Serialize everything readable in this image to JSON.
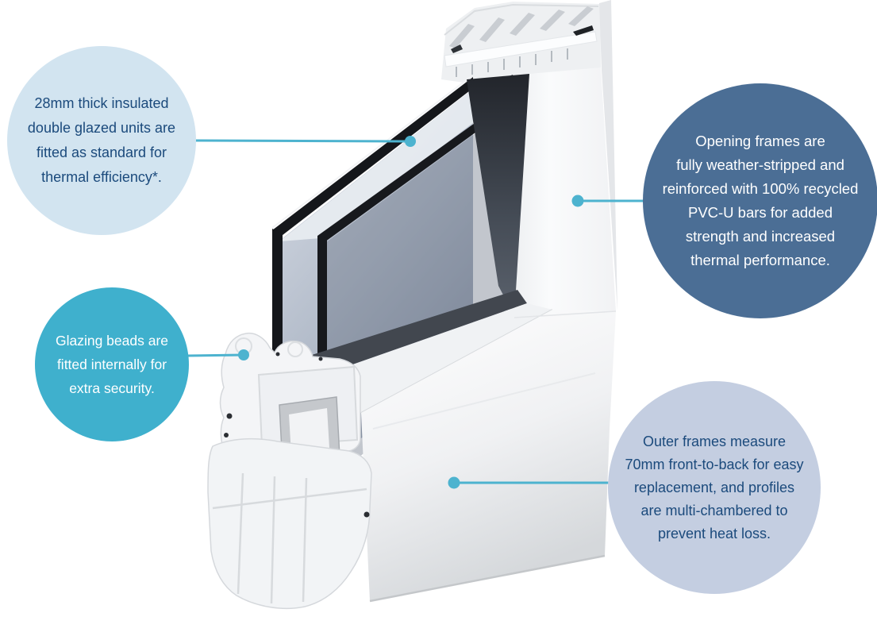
{
  "colors": {
    "background": "#ffffff",
    "leader": "#4db3cf",
    "navy_text": "#1b4a7c",
    "white_text": "#ffffff"
  },
  "callouts": [
    {
      "id": "glazed-units",
      "fill": "#d2e4f0",
      "text_color": "#1b4a7c",
      "text": "28mm thick insulated double glazed units are fitted as standard for thermal efficiency*.",
      "lines": [
        "28mm thick insulated",
        "double glazed units are",
        "fitted as standard for",
        "thermal efficiency*."
      ]
    },
    {
      "id": "opening-frames",
      "fill": "#4b6e95",
      "text_color": "#ffffff",
      "text": "Opening frames are fully weather-stripped and reinforced with 100% recycled PVC-U bars for added strength and increased thermal performance.",
      "lines": [
        "Opening frames are",
        "fully weather-stripped and",
        "reinforced with 100% recycled",
        "PVC-U bars for added",
        "strength and increased",
        "thermal performance."
      ]
    },
    {
      "id": "glazing-beads",
      "fill": "#3fb0cd",
      "text_color": "#ffffff",
      "text": "Glazing beads are fitted internally for extra security.",
      "lines": [
        "Glazing beads are",
        "fitted internally for",
        "extra security."
      ]
    },
    {
      "id": "outer-frames",
      "fill": "#c4cee1",
      "text_color": "#1b4a7c",
      "text": "Outer frames measure 70mm front-to-back for easy replacement, and profiles are multi-chambered to prevent heat loss.",
      "lines": [
        "Outer frames measure",
        "70mm front-to-back for easy",
        "replacement, and profiles",
        "are multi-chambered to",
        "prevent heat loss."
      ]
    }
  ],
  "illustration": {
    "name": "PVC-U window corner cutaway",
    "parts": [
      "double-glazed-unit",
      "jamb-cross-section",
      "outer-frame-jamb",
      "sash-cross-section",
      "outer-frame-sill"
    ]
  }
}
